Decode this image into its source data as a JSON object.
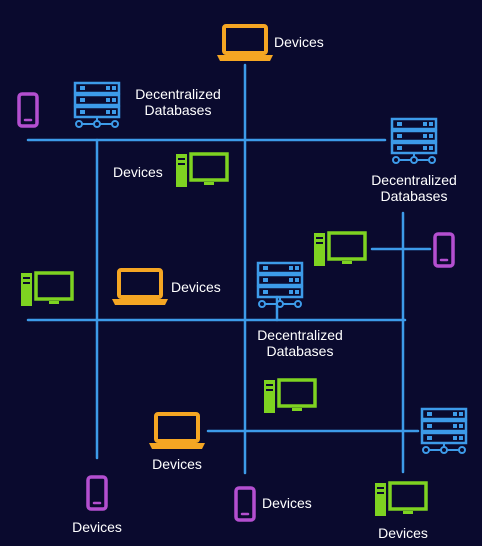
{
  "colors": {
    "background": "#0a0a2e",
    "line": "#3d9be9",
    "laptop": "#f5a623",
    "phone": "#b44fd0",
    "desktop": "#7ed321",
    "server": "#3d9be9",
    "text": "#ffffff"
  },
  "labels": {
    "devices": "Devices",
    "db_line1": "Decentralized",
    "db_line2": "Databases"
  },
  "icons": [
    {
      "id": "laptop-top",
      "type": "laptop-icon"
    },
    {
      "id": "phone-top-left",
      "type": "phone-icon"
    },
    {
      "id": "server-top-left",
      "type": "server-icon"
    },
    {
      "id": "server-top-right",
      "type": "server-icon"
    },
    {
      "id": "desktop-upper-center",
      "type": "desktop-icon"
    },
    {
      "id": "desktop-right",
      "type": "desktop-icon"
    },
    {
      "id": "phone-right",
      "type": "phone-icon"
    },
    {
      "id": "desktop-left",
      "type": "desktop-icon"
    },
    {
      "id": "laptop-left",
      "type": "laptop-icon"
    },
    {
      "id": "server-center",
      "type": "server-icon"
    },
    {
      "id": "desktop-lower-center",
      "type": "desktop-icon"
    },
    {
      "id": "laptop-lower",
      "type": "laptop-icon"
    },
    {
      "id": "server-bottom-right",
      "type": "server-icon"
    },
    {
      "id": "phone-bottom-left",
      "type": "phone-icon"
    },
    {
      "id": "phone-bottom-center",
      "type": "phone-icon"
    },
    {
      "id": "desktop-bottom-right",
      "type": "desktop-icon"
    }
  ]
}
